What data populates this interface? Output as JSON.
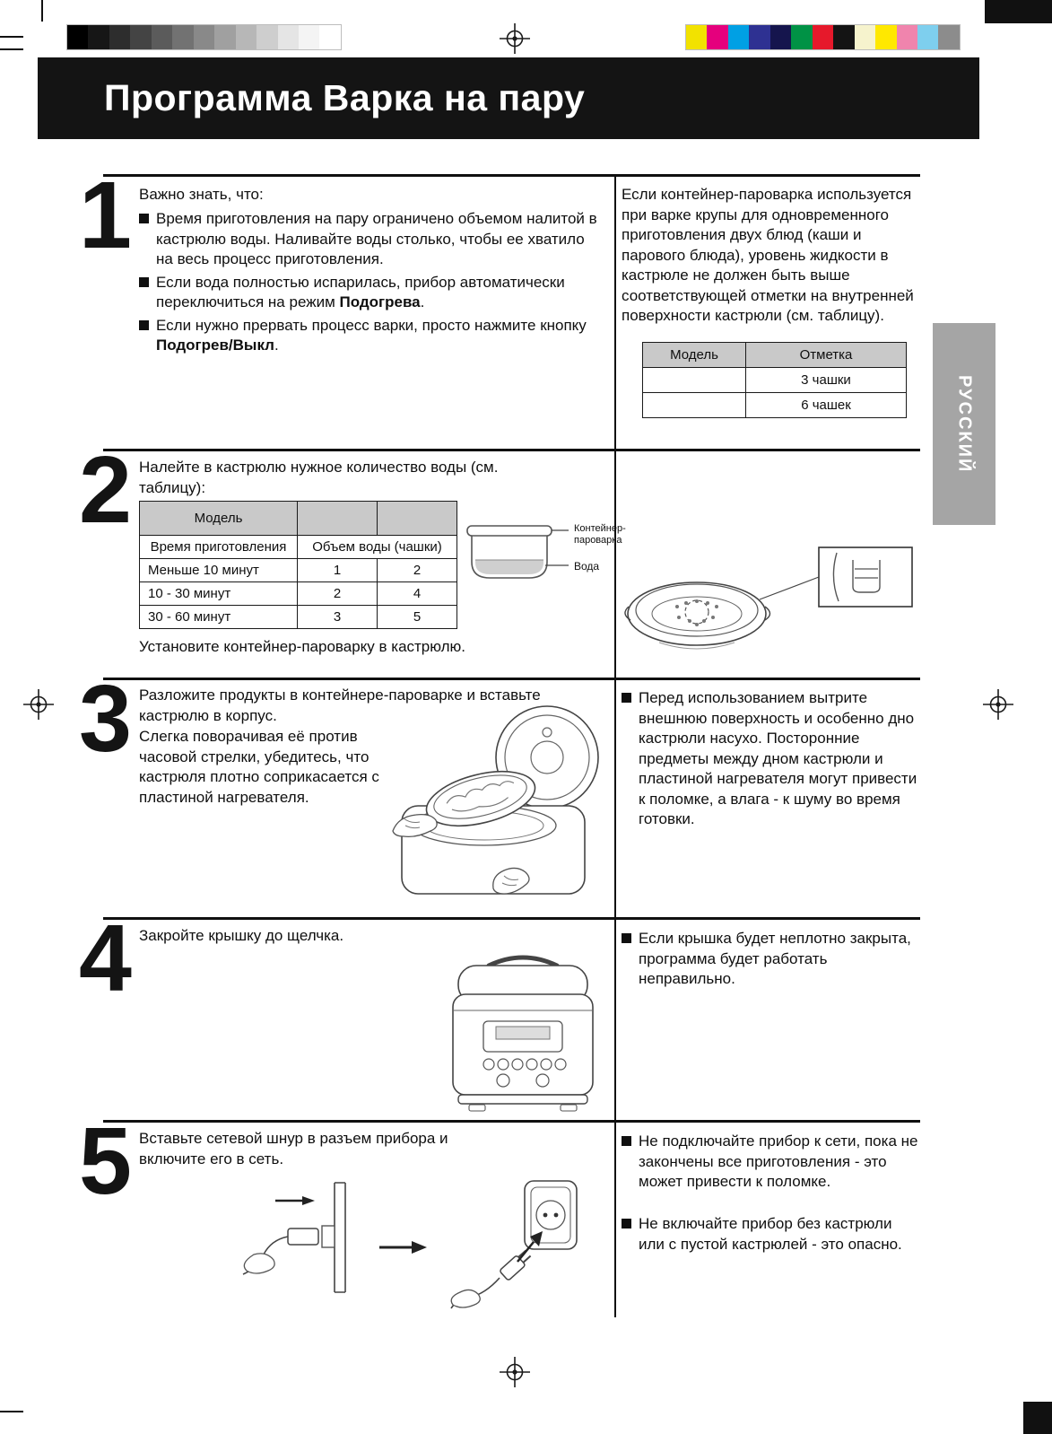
{
  "title": "Программа Варка на пару",
  "side_tab": "РУССКИЙ",
  "print_marks": {
    "grayscale_bar": [
      "#000000",
      "#161616",
      "#2d2d2d",
      "#444444",
      "#5b5b5b",
      "#727272",
      "#898989",
      "#a0a0a0",
      "#b7b7b7",
      "#cecece",
      "#e5e5e5",
      "#f4f4f4",
      "#ffffff"
    ],
    "color_bar": [
      "#f2e200",
      "#e5007d",
      "#00a0e4",
      "#2e3192",
      "#15154d",
      "#009245",
      "#e6192b",
      "#141414",
      "#f6f3cd",
      "#ffe800",
      "#f084ad",
      "#7ecfee",
      "#8c8c8c"
    ]
  },
  "s1": {
    "num": "1",
    "intro": "Важно знать, что:",
    "b1": "Время приготовления на пару ограничено объемом налитой в кастрюлю воды. Наливайте воды столько, чтобы ее хватило на весь процесс приготовления.",
    "b2_pre": "Если вода полностью испарилась, прибор автоматически переключиться на режим ",
    "b2_bold": "Подогрева",
    "b2_post": ".",
    "b3_pre": "Если нужно прервать процесс варки, просто нажмите кнопку ",
    "b3_bold": "Подогрев/Выкл",
    "b3_post": ".",
    "right_text": "Если контейнер-пароварка используется при варке крупы для одновременного приготовления двух блюд (каши и парового блюда), уровень жидкости в кастрюле не должен быть выше соответствующей отметки на внутренней поверхности кастрюли (см. таблицу).",
    "table": {
      "h1": "Модель",
      "h2": "Отметка",
      "rows": [
        {
          "c1": "",
          "c2": "3 чашки"
        },
        {
          "c1": "",
          "c2": "6 чашек"
        }
      ]
    }
  },
  "s2": {
    "num": "2",
    "intro": "Налейте в кастрюлю нужное количество воды (см. таблицу):",
    "table": {
      "h1": "Модель",
      "sub1": "Время приготовления",
      "sub2": "Объем воды (чашки)",
      "rows": [
        {
          "c1": "Меньше 10 минут",
          "c2": "1",
          "c3": "2"
        },
        {
          "c1": "10 - 30 минут",
          "c2": "2",
          "c3": "4"
        },
        {
          "c1": "30 - 60 минут",
          "c2": "3",
          "c3": "5"
        }
      ]
    },
    "label_container": "Контейнер-пароварка",
    "label_water": "Вода",
    "outro": "Установите контейнер-пароварку в кастрюлю."
  },
  "s3": {
    "num": "3",
    "text1": "Разложите продукты в контейнере-пароварке и вставьте кастрюлю в корпус.",
    "text2": "Слегка поворачивая её против часовой стрелки, убедитесь, что кастрюля плотно соприкасается с пластиной нагревателя.",
    "right_b1": "Перед использованием вытрите внешнюю поверхность и особенно дно кастрюли насухо. Посторонние предметы между дном кастрюли и пластиной нагревателя могут привести к поломке, а влага - к шуму во время готовки."
  },
  "s4": {
    "num": "4",
    "text1": "Закройте крышку до щелчка.",
    "right_b1": "Если крышка будет неплотно закрыта, программа будет работать неправильно."
  },
  "s5": {
    "num": "5",
    "text1": "Вставьте сетевой шнур в разъем прибора и включите его в сеть.",
    "right_b1": "Не подключайте прибор к сети, пока не закончены все приготовления - это может привести к поломке.",
    "right_b2": "Не включайте прибор без кастрюли или с пустой кастрюлей - это опасно."
  }
}
